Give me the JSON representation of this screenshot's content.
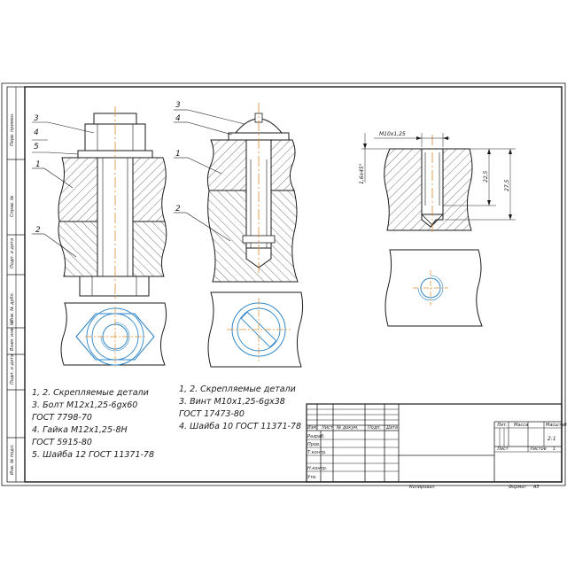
{
  "colors": {
    "line": "#1a1a1a",
    "blue": "#2f86c8",
    "axis": "#d98a2b",
    "paper": "#ffffff"
  },
  "margin_labels": [
    "Перв. примен.",
    "Справ. №",
    "Подп. и дата",
    "Инв. № дубл.",
    "Взам. инв. №",
    "Подп. и дата",
    "Инв. № подл."
  ],
  "view1": {
    "callouts": [
      "3",
      "4",
      "5",
      "1",
      "2"
    ],
    "notes": [
      "1, 2. Скрепляемые детали",
      "3. Болт М12х1,25-6gх60",
      "ГОСТ 7798-70",
      "4. Гайка М12х1,25-8Н",
      "ГОСТ 5915-80",
      "5. Шайба 12 ГОСТ 11371-78"
    ]
  },
  "view2": {
    "callouts": [
      "3",
      "4",
      "1",
      "2"
    ],
    "notes": [
      "1, 2. Скрепляемые детали",
      "3. Винт М10х1,25-6gх38",
      "ГОСТ 17473-80",
      "4. Шайба 10 ГОСТ 11371-78"
    ]
  },
  "view3": {
    "dims": {
      "thread": "М10х1,25",
      "chamfer": "1,6х45°",
      "depth_thread": "22,5",
      "depth_hole": "27,5"
    }
  },
  "title_block": {
    "columns": [
      "Изм.",
      "Лист",
      "№ докум.",
      "Подп.",
      "Дата"
    ],
    "rows": [
      "Разраб.",
      "Пров.",
      "Т.контр.",
      "",
      "Н.контр.",
      "Утв."
    ],
    "lit_label": "Лит.",
    "mass_label": "Масса",
    "scale_label": "Масштаб",
    "scale_value": "2:1",
    "sheet_label": "Лист",
    "sheets_label": "Листов",
    "sheets_value": "1",
    "copied": "Копировал",
    "format_label": "Формат",
    "format_value": "А3"
  }
}
